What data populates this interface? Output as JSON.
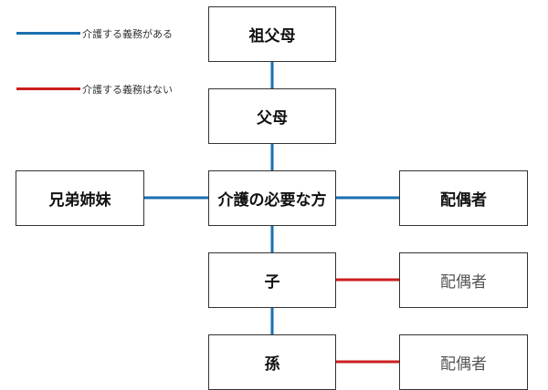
{
  "legend": {
    "obligated": "介護する義務がある",
    "not_obligated": "介護する義務はない"
  },
  "nodes": {
    "grandparents": "祖父母",
    "parents": "父母",
    "siblings": "兄弟姉妹",
    "care_recipient": "介護の必要な方",
    "spouse": "配偶者",
    "child": "子",
    "child_spouse": "配偶者",
    "grandchild": "孫",
    "grandchild_spouse": "配偶者"
  },
  "colors": {
    "obligated": "#1a6fb0",
    "not_obligated": "#cc1f1f",
    "border": "#333333"
  }
}
